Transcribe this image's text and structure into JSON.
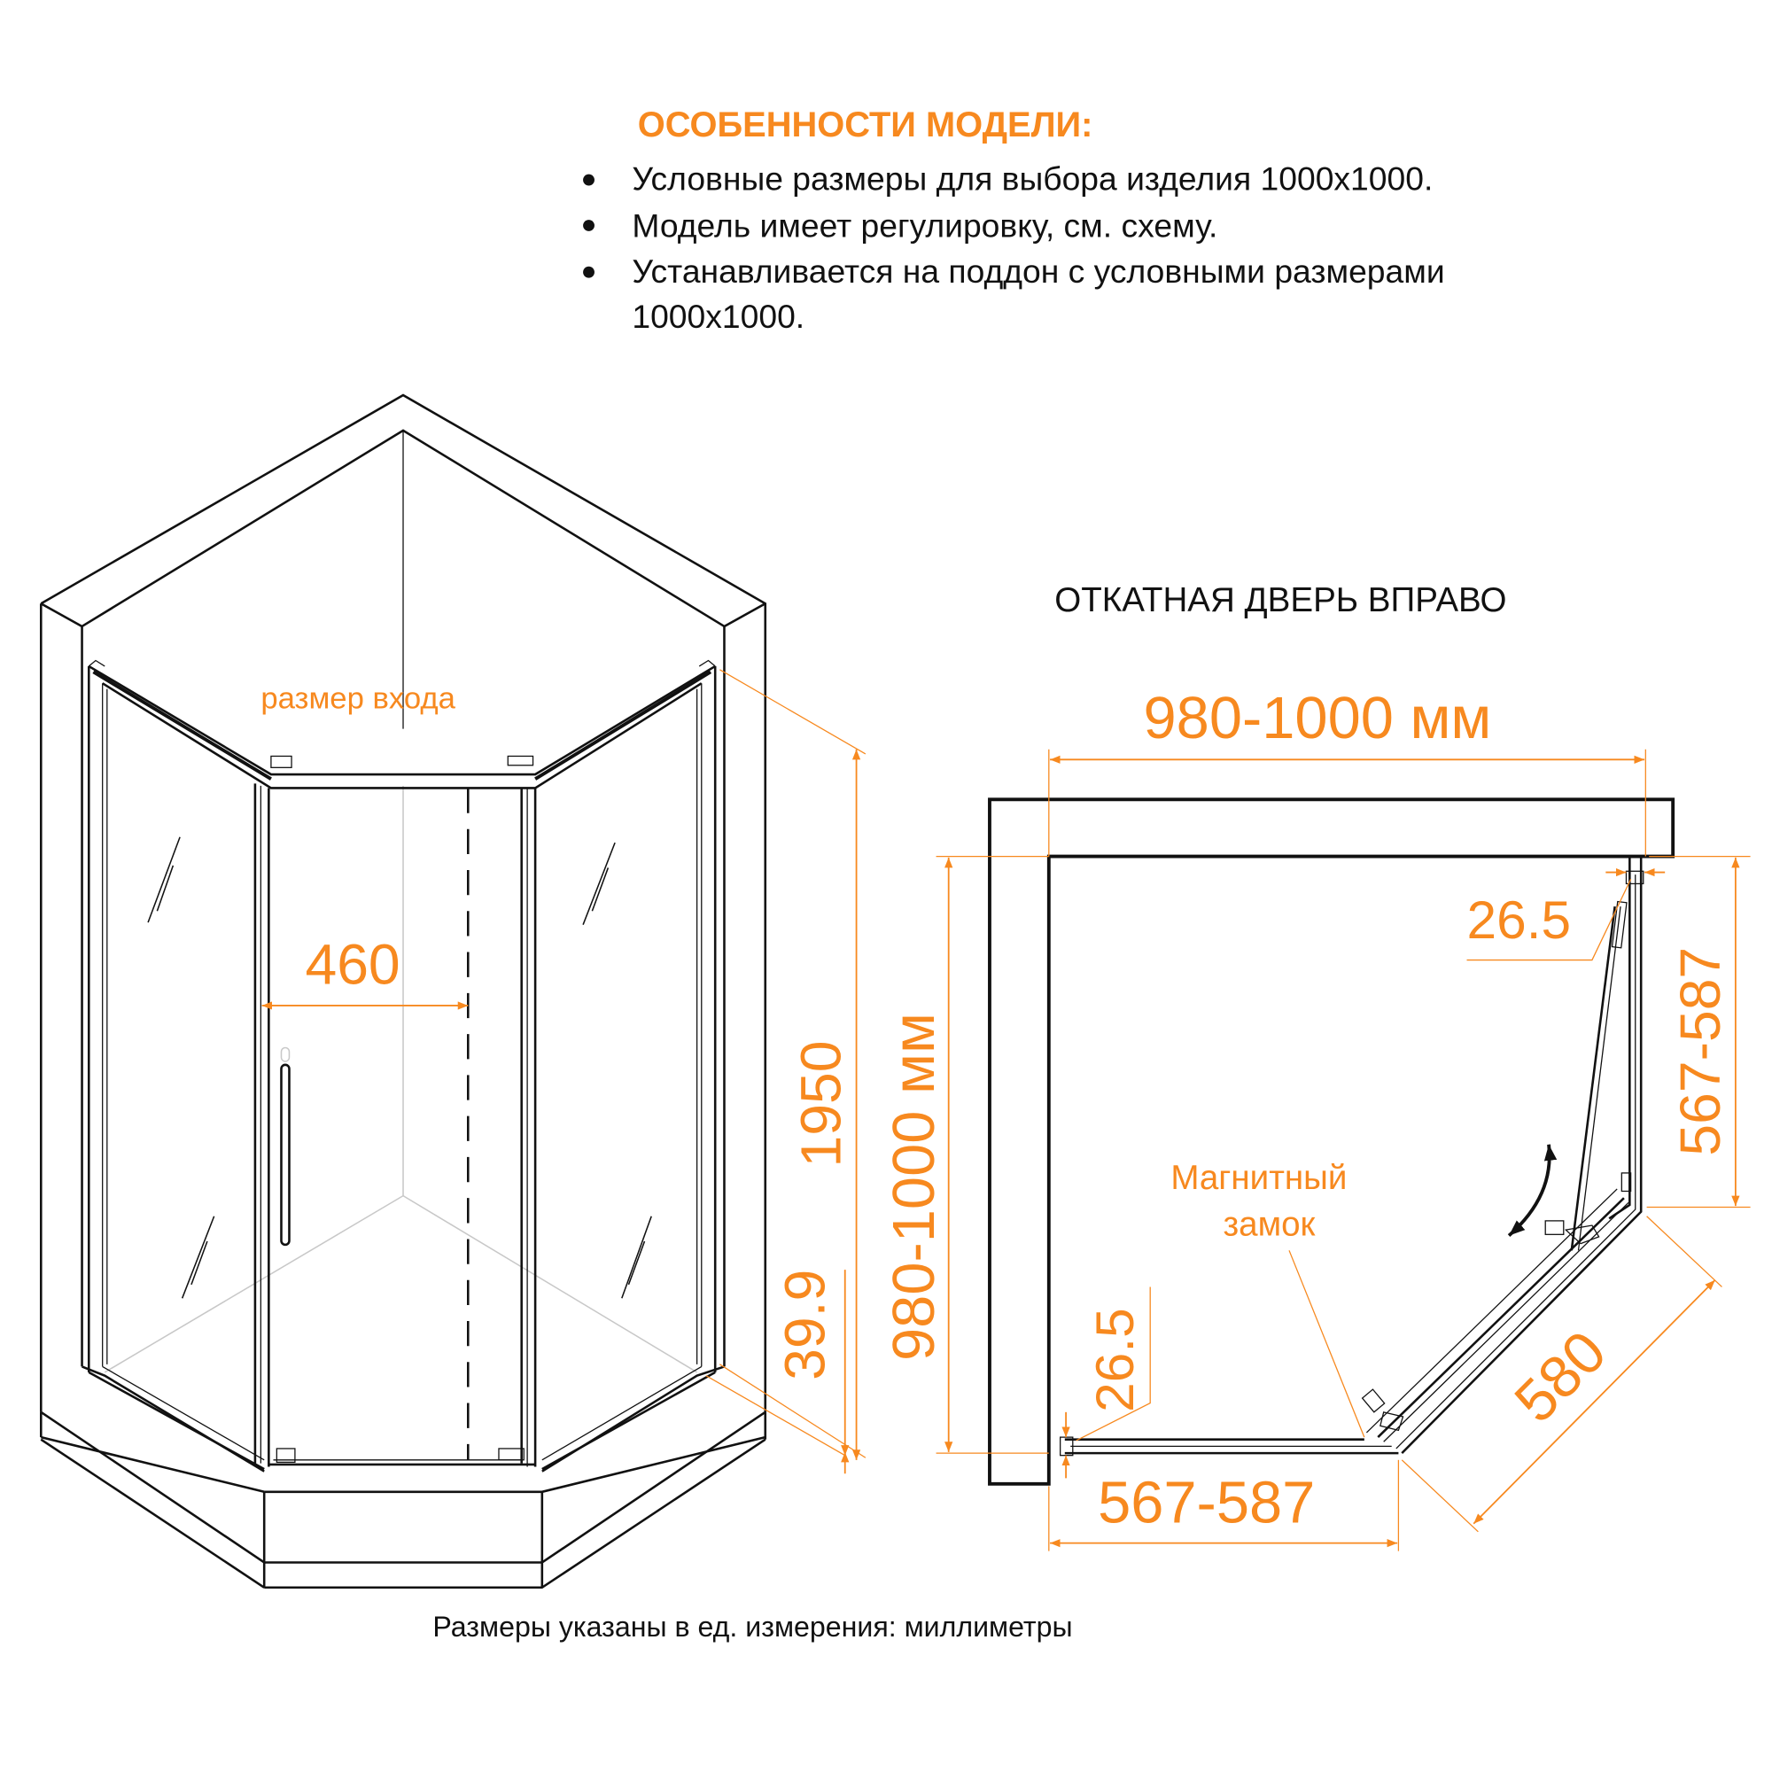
{
  "features": {
    "title": "ОСОБЕННОСТИ МОДЕЛИ:",
    "bullets": [
      "Условные размеры для выбора изделия 1000x1000.",
      "Модель имеет регулировку, см. схему.",
      "Устанавливается на поддон с условными размерами"
    ],
    "bullet_continuation": "1000x1000."
  },
  "perspective_view": {
    "entrance_label": "размер входа",
    "entrance_width": "460",
    "height": "1950",
    "tray_offset": "39.9"
  },
  "plan_view": {
    "title": "ОТКАТНАЯ ДВЕРЬ ВПРАВО",
    "top_width": "980-1000 мм",
    "left_depth": "980-1000 мм",
    "right_side": "567-587",
    "bottom_side": "567-587",
    "diagonal": "580",
    "profile_top": "26.5",
    "profile_left": "26.5",
    "lock_label_line1": "Магнитный",
    "lock_label_line2": "замок"
  },
  "footer": {
    "units_note": "Размеры указаны в ед. измерения: миллиметры"
  },
  "colors": {
    "accent": "#F7891F",
    "line": "#111111",
    "background": "#FFFFFF"
  }
}
